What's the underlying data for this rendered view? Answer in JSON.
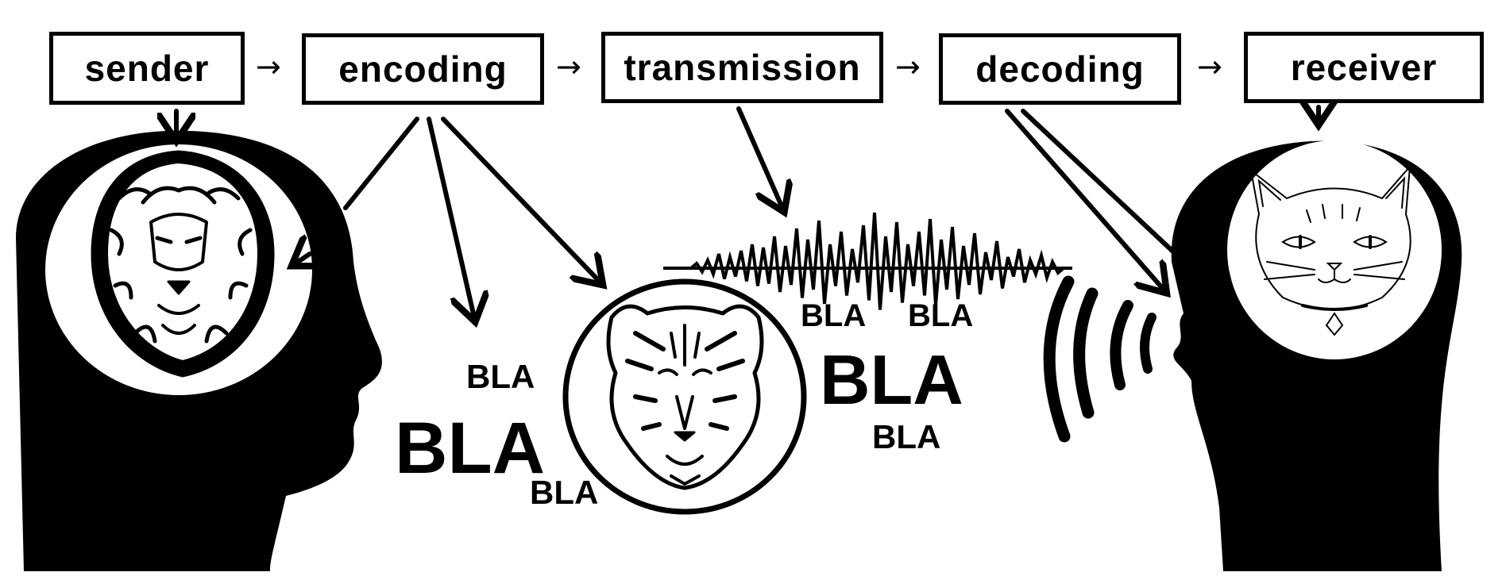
{
  "stages": [
    {
      "id": "sender",
      "label": "sender"
    },
    {
      "id": "encoding",
      "label": "encoding"
    },
    {
      "id": "transmission",
      "label": "transmission"
    },
    {
      "id": "decoding",
      "label": "decoding"
    },
    {
      "id": "receiver",
      "label": "receiver"
    }
  ],
  "flow_arrow_glyph": "→",
  "sound_words": [
    "BLA",
    "BLA",
    "BLA",
    "BLA",
    "BLA",
    "BLA",
    "BLA"
  ],
  "colors": {
    "ink": "#000000",
    "paper": "#ffffff"
  },
  "icons": [
    "sender-head-icon",
    "lion-icon",
    "tiger-icon",
    "sound-wave-icon",
    "sound-arcs-icon",
    "receiver-head-icon",
    "cat-icon"
  ]
}
